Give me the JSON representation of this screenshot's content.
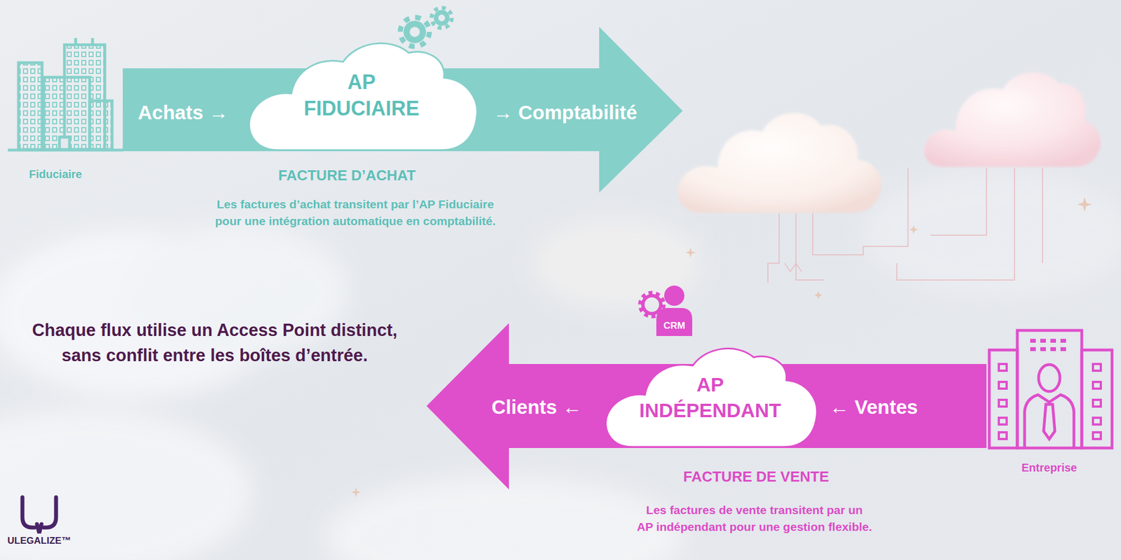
{
  "diagram": {
    "nodes": [
      {
        "text": [
          "Achats →",
          "→ Comptabilité"
        ]
      },
      {
        "text": [
          "AP FIDUCIAIRE"
        ],
        "in": 0
      },
      {
        "text": [
          "CRM"
        ]
      },
      {
        "text": [
          "Clients ←",
          "← Ventes"
        ]
      },
      {
        "text": [
          "AP INDÉPENDANT"
        ],
        "in": 3
      }
    ],
    "labels": [
      "Fiduciaire",
      "FACTURE D’ACHAT",
      "Les factures d’achat transitent par l’AP Fiduciaire pour une intégration automatique en comptabilité.",
      "Chaque flux utilise un Access Point distinct, sans conflit entre les boîtes d’entrée.",
      "Entreprise",
      "FACTURE DE VENTE",
      "Les factures de vente transitent par un AP indépendant pour une gestion flexible.",
      "ULEGALIZE™"
    ]
  }
}
